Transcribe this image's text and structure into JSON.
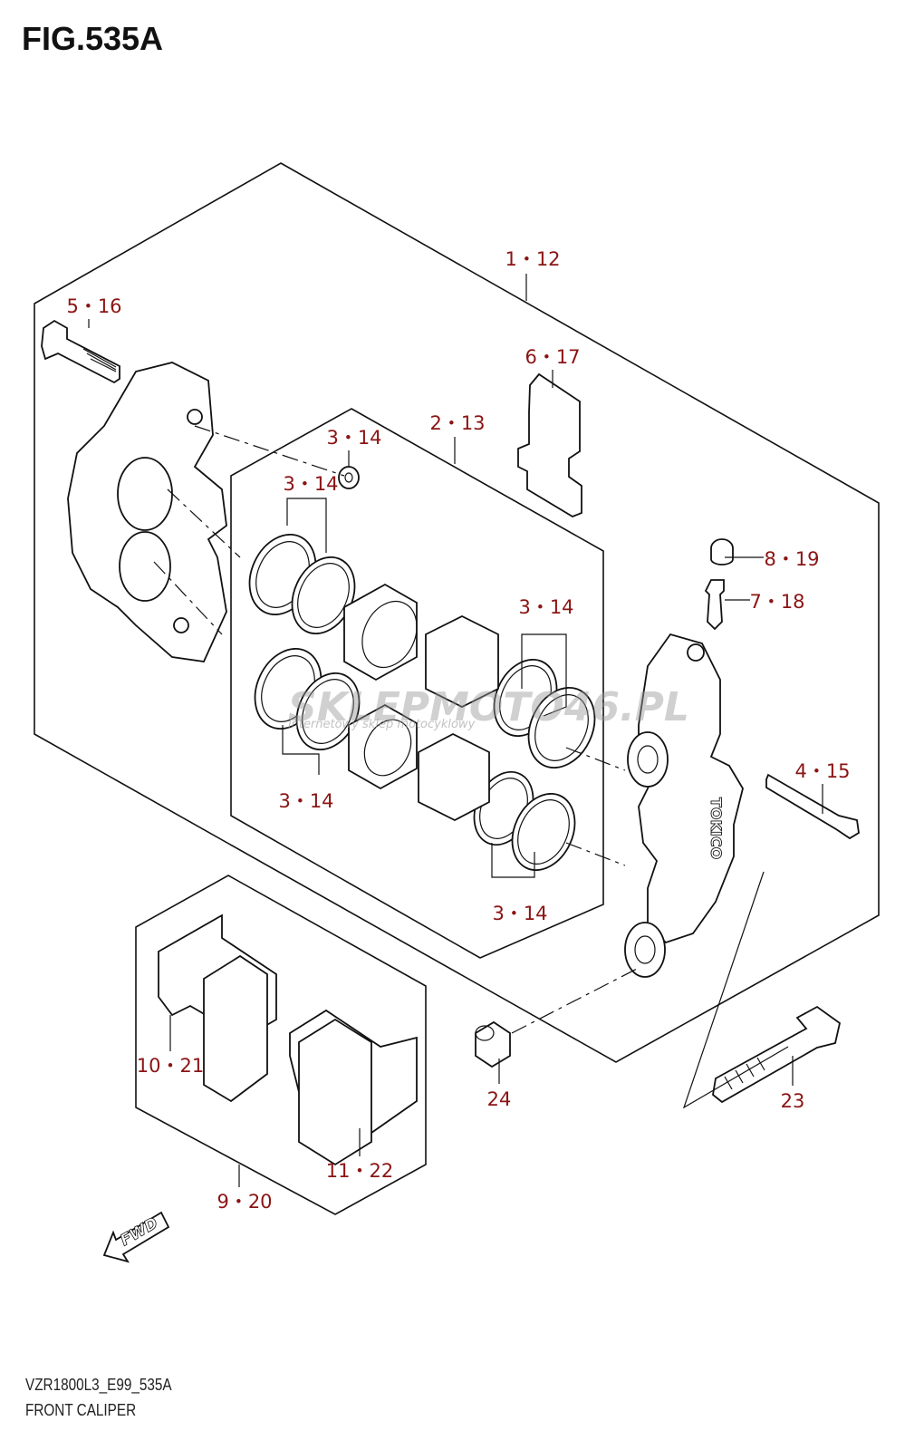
{
  "figure": {
    "title": "FIG.535A",
    "model_code": "VZR1800L3_E99_535A",
    "caption": "FRONT CALIPER"
  },
  "callouts": [
    {
      "id": "c1",
      "text": "1・12"
    },
    {
      "id": "c2",
      "text": "5・16"
    },
    {
      "id": "c3",
      "text": "6・17"
    },
    {
      "id": "c4",
      "text": "2・13"
    },
    {
      "id": "c5",
      "text": "3・14"
    },
    {
      "id": "c6",
      "text": "3・14"
    },
    {
      "id": "c7",
      "text": "8・19"
    },
    {
      "id": "c8",
      "text": "7・18"
    },
    {
      "id": "c9",
      "text": "3・14"
    },
    {
      "id": "c10",
      "text": "4・15"
    },
    {
      "id": "c11",
      "text": "3・14"
    },
    {
      "id": "c12",
      "text": "3・14"
    },
    {
      "id": "c13",
      "text": "10・21"
    },
    {
      "id": "c14",
      "text": "24"
    },
    {
      "id": "c15",
      "text": "23"
    },
    {
      "id": "c16",
      "text": "11・22"
    },
    {
      "id": "c17",
      "text": "9・20"
    }
  ],
  "caliper_brand": "TOKICO",
  "fwd_arrow": "FWD",
  "watermark": {
    "main": "SKLEPMOTO46.PL",
    "sub": "internetowy sklep motocyklowy"
  },
  "colors": {
    "callout": "#8b1414",
    "line": "#111111"
  }
}
